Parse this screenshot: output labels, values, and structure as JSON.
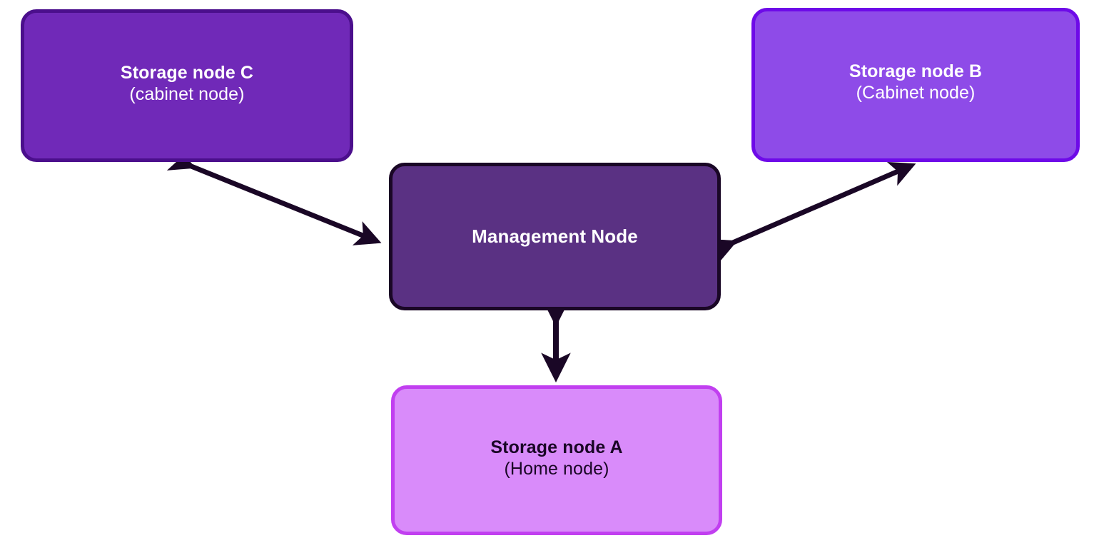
{
  "diagram": {
    "type": "node-topology",
    "background_color": "#ffffff",
    "nodes": [
      {
        "id": "storage-node-c",
        "title": "Storage node C",
        "subtitle": "(cabinet node)",
        "fill_color": "#7029b8",
        "border_color": "#4b0f8c",
        "text_color": "#ffffff"
      },
      {
        "id": "storage-node-b",
        "title": "Storage node B",
        "subtitle": "(Cabinet node)",
        "fill_color": "#8e4be8",
        "border_color": "#6e0ae8",
        "text_color": "#ffffff"
      },
      {
        "id": "management-node",
        "title": "Management Node",
        "subtitle": "",
        "fill_color": "#5a3183",
        "border_color": "#1a0726",
        "text_color": "#ffffff"
      },
      {
        "id": "storage-node-a",
        "title": "Storage node A",
        "subtitle": "(Home node)",
        "fill_color": "#d98bfa",
        "border_color": "#c13ff0",
        "text_color": "#1a0726"
      }
    ],
    "connectors": [
      {
        "id": "connector-c-management",
        "from": "storage-node-c",
        "to": "management-node",
        "style": "double-headed-arrow",
        "color": "#1a0726"
      },
      {
        "id": "connector-management-b",
        "from": "management-node",
        "to": "storage-node-b",
        "style": "double-headed-arrow",
        "color": "#1a0726"
      },
      {
        "id": "connector-management-a",
        "from": "management-node",
        "to": "storage-node-a",
        "style": "double-headed-arrow",
        "color": "#1a0726"
      }
    ]
  }
}
